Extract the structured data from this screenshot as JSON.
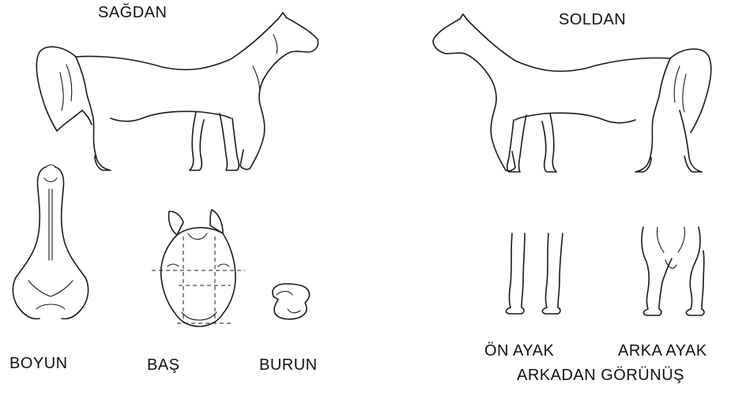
{
  "labels": {
    "right_view": "SAĞDAN",
    "left_view": "SOLDAN",
    "neck": "BOYUN",
    "head": "BAŞ",
    "nose": "BURUN",
    "front_leg": "ÖN AYAK",
    "hind_leg": "ARKA AYAK",
    "rear_view": "ARKADAN GÖRÜNÜŞ"
  }
}
